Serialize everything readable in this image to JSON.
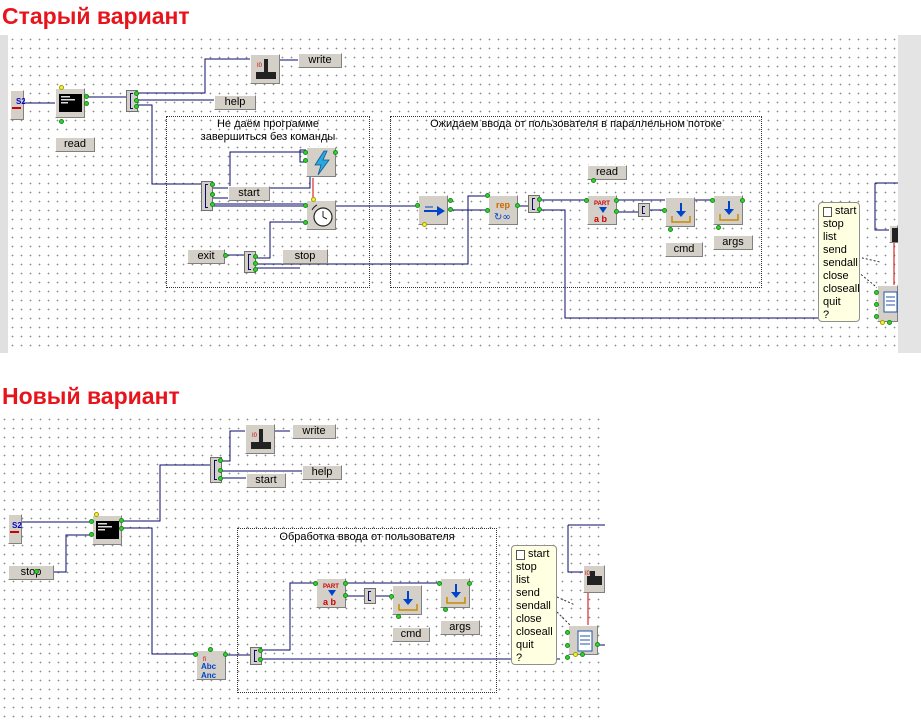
{
  "old_variant": {
    "title": "Старый вариант",
    "labels": {
      "write": "write",
      "help": "help",
      "read_top": "read",
      "start": "start",
      "exit": "exit",
      "stop": "stop",
      "read_inner": "read",
      "cmd": "cmd",
      "args": "args"
    },
    "icons": {
      "entry_tag": "S2",
      "rep_tag": "rep",
      "part_tag": "PART",
      "part_ab": "a b"
    },
    "group_no_exit": "Не даём программе завершиться без команды",
    "group_wait_input": "Ожидаем ввода от пользователя в параллельном потоке",
    "commands": [
      "start",
      "stop",
      "list",
      "send",
      "sendall",
      "close",
      "closeall",
      "quit",
      "?"
    ]
  },
  "new_variant": {
    "title": "Новый вариант",
    "labels": {
      "write": "write",
      "help": "help",
      "start": "start",
      "stop": "stop",
      "cmd": "cmd",
      "args": "args"
    },
    "icons": {
      "entry_tag": "S2",
      "part_tag": "PART",
      "part_ab": "a b",
      "abc_top": "Abc",
      "abc_bottom": "Anc"
    },
    "group_processing": "Обработка ввода от пользователя",
    "commands": [
      "start",
      "stop",
      "list",
      "send",
      "sendall",
      "close",
      "closeall",
      "quit",
      "?"
    ]
  },
  "colors": {
    "title": "#e8141c",
    "wire": "#0b0b6b",
    "pin": "#32d232",
    "note_bg": "#ffffe1",
    "component_bg": "#d4d0c8"
  }
}
